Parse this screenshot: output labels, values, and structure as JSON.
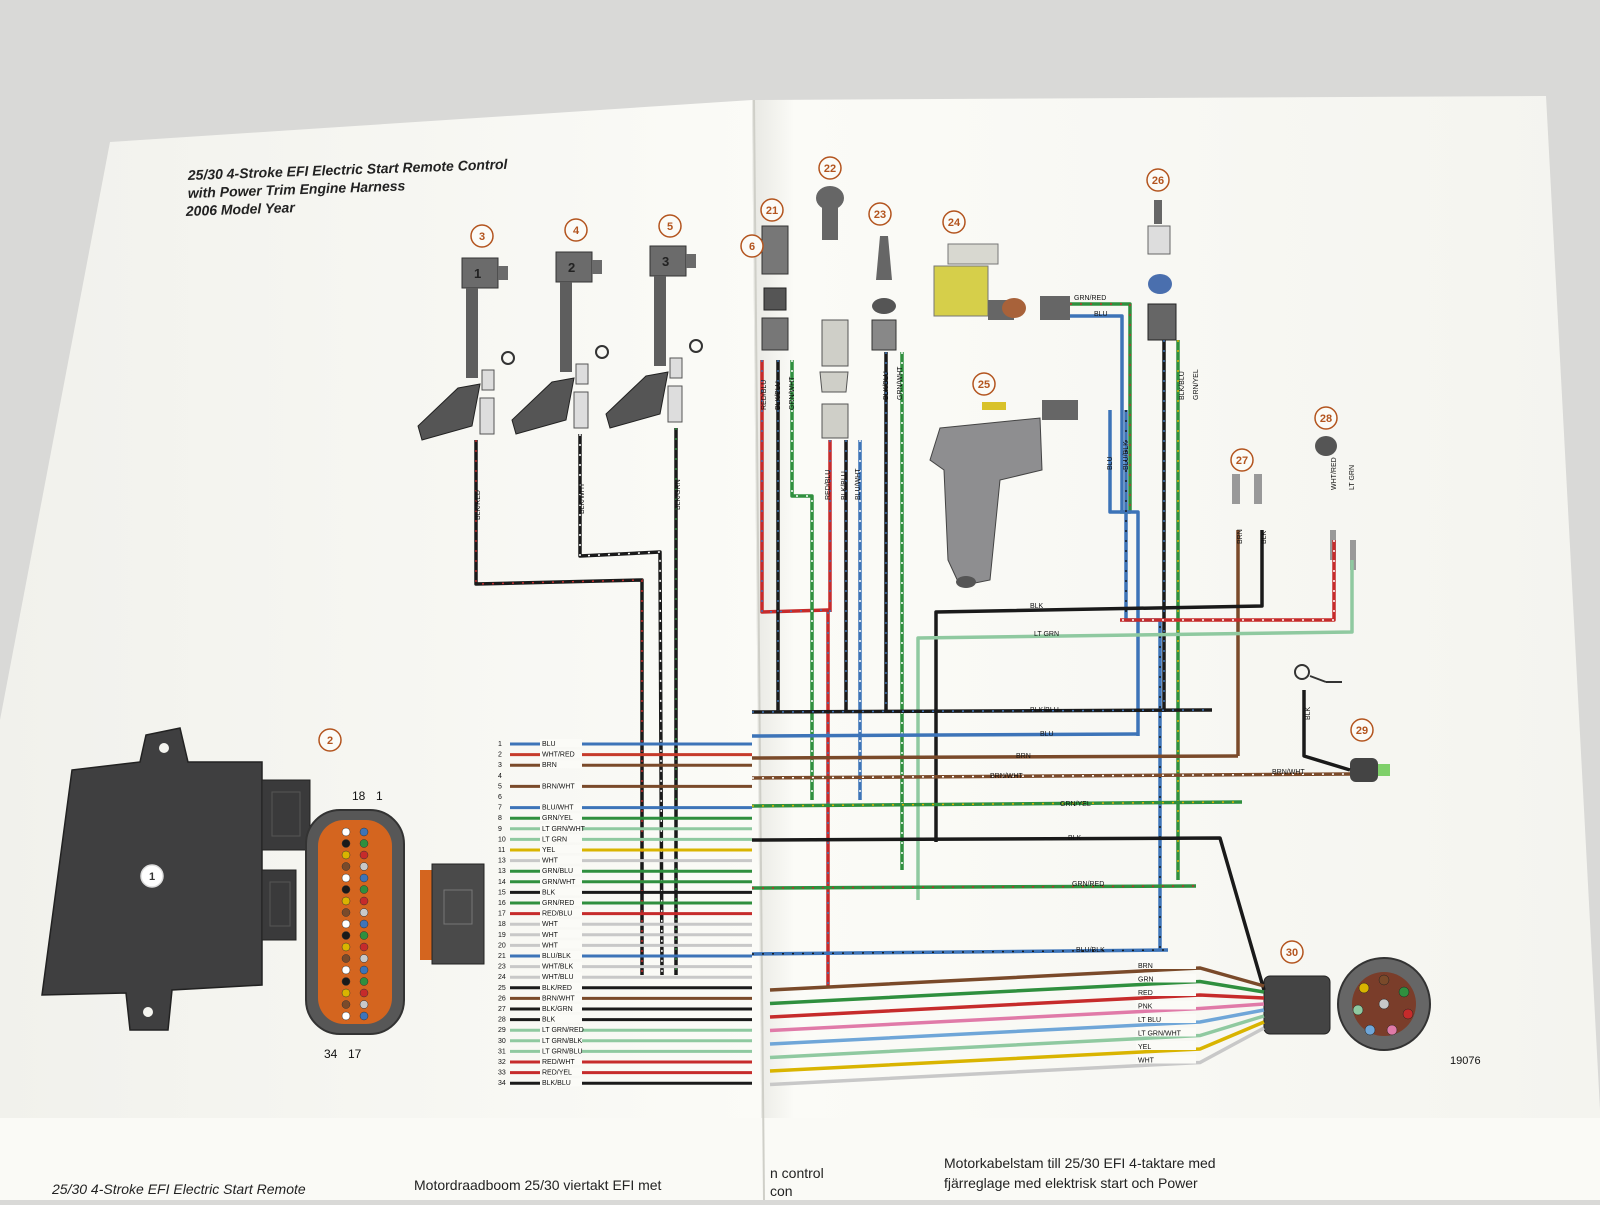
{
  "title_lines": [
    "25/30 4-Stroke EFI Electric Start Remote Control",
    "with Power Trim Engine Harness",
    "2006 Model Year"
  ],
  "document_number": "19076",
  "connector_pin_top": [
    "18",
    "1"
  ],
  "connector_pin_bottom": [
    "34",
    "17"
  ],
  "callouts": [
    "1",
    "2",
    "3",
    "4",
    "5",
    "6",
    "21",
    "22",
    "23",
    "24",
    "25",
    "26",
    "27",
    "28",
    "29",
    "30"
  ],
  "coil_numbers": [
    "1",
    "2",
    "3"
  ],
  "ecu_pins": [
    {
      "n": "1",
      "label": "BLU",
      "color": "#3d74b8"
    },
    {
      "n": "2",
      "label": "WHT/RED",
      "color": "#c63b2b"
    },
    {
      "n": "3",
      "label": "BRN",
      "color": "#7a4a2a"
    },
    {
      "n": "4",
      "label": "",
      "color": ""
    },
    {
      "n": "5",
      "label": "BRN/WHT",
      "color": "#7a4a2a"
    },
    {
      "n": "6",
      "label": "",
      "color": ""
    },
    {
      "n": "7",
      "label": "BLU/WHT",
      "color": "#3d74b8"
    },
    {
      "n": "8",
      "label": "GRN/YEL",
      "color": "#2f8f3e"
    },
    {
      "n": "9",
      "label": "LT GRN/WHT",
      "color": "#8fc9a0"
    },
    {
      "n": "10",
      "label": "LT GRN",
      "color": "#8fc9a0"
    },
    {
      "n": "11",
      "label": "YEL",
      "color": "#d9b400"
    },
    {
      "n": "13",
      "label": "WHT",
      "color": "#c8c8c8"
    },
    {
      "n": "13",
      "label": "GRN/BLU",
      "color": "#2f8f3e"
    },
    {
      "n": "14",
      "label": "GRN/WHT",
      "color": "#2f8f3e"
    },
    {
      "n": "15",
      "label": "BLK",
      "color": "#1a1a1a"
    },
    {
      "n": "16",
      "label": "GRN/RED",
      "color": "#2f8f3e"
    },
    {
      "n": "17",
      "label": "RED/BLU",
      "color": "#c62b2b"
    },
    {
      "n": "18",
      "label": "WHT",
      "color": "#c8c8c8"
    },
    {
      "n": "19",
      "label": "WHT",
      "color": "#c8c8c8"
    },
    {
      "n": "20",
      "label": "WHT",
      "color": "#c8c8c8"
    },
    {
      "n": "21",
      "label": "BLU/BLK",
      "color": "#3d74b8"
    },
    {
      "n": "23",
      "label": "WHT/BLK",
      "color": "#c8c8c8"
    },
    {
      "n": "24",
      "label": "WHT/BLU",
      "color": "#c8c8c8"
    },
    {
      "n": "25",
      "label": "BLK/RED",
      "color": "#1a1a1a"
    },
    {
      "n": "26",
      "label": "BRN/WHT",
      "color": "#7a4a2a"
    },
    {
      "n": "27",
      "label": "BLK/GRN",
      "color": "#1a1a1a"
    },
    {
      "n": "28",
      "label": "BLK",
      "color": "#1a1a1a"
    },
    {
      "n": "29",
      "label": "LT GRN/RED",
      "color": "#8fc9a0"
    },
    {
      "n": "30",
      "label": "LT GRN/BLK",
      "color": "#8fc9a0"
    },
    {
      "n": "31",
      "label": "LT GRN/BLU",
      "color": "#8fc9a0"
    },
    {
      "n": "32",
      "label": "RED/WHT",
      "color": "#c62b2b"
    },
    {
      "n": "33",
      "label": "RED/YEL",
      "color": "#c62b2b"
    },
    {
      "n": "34",
      "label": "BLK/BLU",
      "color": "#1a1a1a"
    }
  ],
  "vertical_labels": [
    "BLK/RED",
    "BLK/WHT",
    "BLK/GRN",
    "RED/BLU",
    "BLK/BLU",
    "GRN/WHT",
    "RED/BLU",
    "BLK/BLU",
    "BLU/WHT",
    "BLK/BLU",
    "GRN/WHT",
    "BLU",
    "BLU/BLK",
    "BLK/BLU",
    "GRN/YEL",
    "BRN",
    "BLK",
    "WHT/RED",
    "LT GRN",
    "BLK"
  ],
  "right_labels": [
    "GRN/RED",
    "BLU",
    "BLK",
    "LT GRN",
    "BLK/BLU",
    "BLU",
    "BRN",
    "BRN/WHT",
    "BRN/WHT",
    "GRN/YEL",
    "BLK",
    "GRN/RED",
    "BLU/BLK"
  ],
  "harness_labels": [
    {
      "label": "BRN",
      "color": "#7a4a2a"
    },
    {
      "label": "GRN",
      "color": "#2f8f3e"
    },
    {
      "label": "RED",
      "color": "#c62b2b"
    },
    {
      "label": "PNK",
      "color": "#e07aa8"
    },
    {
      "label": "LT BLU",
      "color": "#6fa6d8"
    },
    {
      "label": "LT GRN/WHT",
      "color": "#8fc9a0"
    },
    {
      "label": "YEL",
      "color": "#d9b400"
    },
    {
      "label": "WHT",
      "color": "#c8c8c8"
    }
  ],
  "footer_texts": [
    "25/30 4-Stroke EFI Electric Start Remote",
    "Motordraadboom 25/30 viertakt EFI met",
    "n control",
    "con",
    "Motorkabelstam till 25/30 EFI 4-taktare med",
    "fjärreglage med elektrisk start och Power"
  ]
}
